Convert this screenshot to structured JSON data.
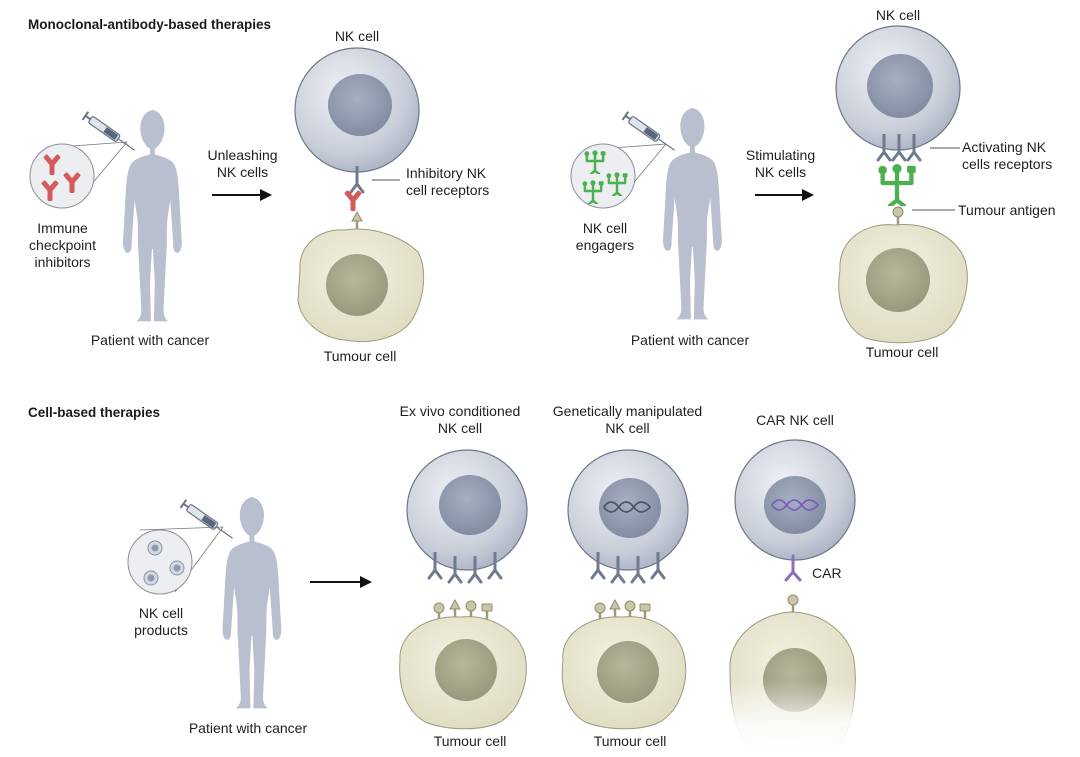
{
  "sections": {
    "mab": {
      "heading": "Monoclonal-antibody-based therapies",
      "panel1": {
        "drug_label_lines": [
          "Immune",
          "checkpoint",
          "inhibitors"
        ],
        "patient_label": "Patient with cancer",
        "arrow_label_lines": [
          "Unleashing",
          "NK cells"
        ],
        "nk_cell_label": "NK cell",
        "receptor_label_lines": [
          "Inhibitory NK",
          "cell receptors"
        ],
        "tumour_label": "Tumour cell"
      },
      "panel2": {
        "drug_label_lines": [
          "NK cell",
          "engagers"
        ],
        "patient_label": "Patient with cancer",
        "arrow_label_lines": [
          "Stimulating",
          "NK cells"
        ],
        "nk_cell_label": "NK cell",
        "receptor_label_lines": [
          "Activating NK",
          "cells receptors"
        ],
        "antigen_label": "Tumour antigen",
        "tumour_label": "Tumour cell"
      }
    },
    "cell": {
      "heading": "Cell-based therapies",
      "drug_label_lines": [
        "NK cell",
        "products"
      ],
      "patient_label": "Patient with cancer",
      "products": [
        {
          "title_lines": [
            "Ex vivo conditioned",
            "NK cell"
          ],
          "tumour_label": "Tumour cell"
        },
        {
          "title_lines": [
            "Genetically manipulated",
            "NK cell"
          ],
          "tumour_label": "Tumour cell"
        },
        {
          "title_lines": [
            "CAR NK cell"
          ],
          "receptor_label": "CAR"
        }
      ]
    }
  },
  "colors": {
    "nk_cell": "#c9ced9",
    "nk_nucleus": "#8f98ad",
    "tumour_cell": "#e8e6cf",
    "tumour_nucleus": "#a8a68a",
    "patient": "#b9bfcf",
    "antibody_red": "#d65a5a",
    "engager_green": "#4caf50",
    "receptor_gray": "#6f7a90",
    "car_purple": "#8a6fc0"
  },
  "icons": {
    "syringe": "syringe-icon",
    "patient": "human-silhouette-icon",
    "arrow": "arrow-right-icon"
  }
}
